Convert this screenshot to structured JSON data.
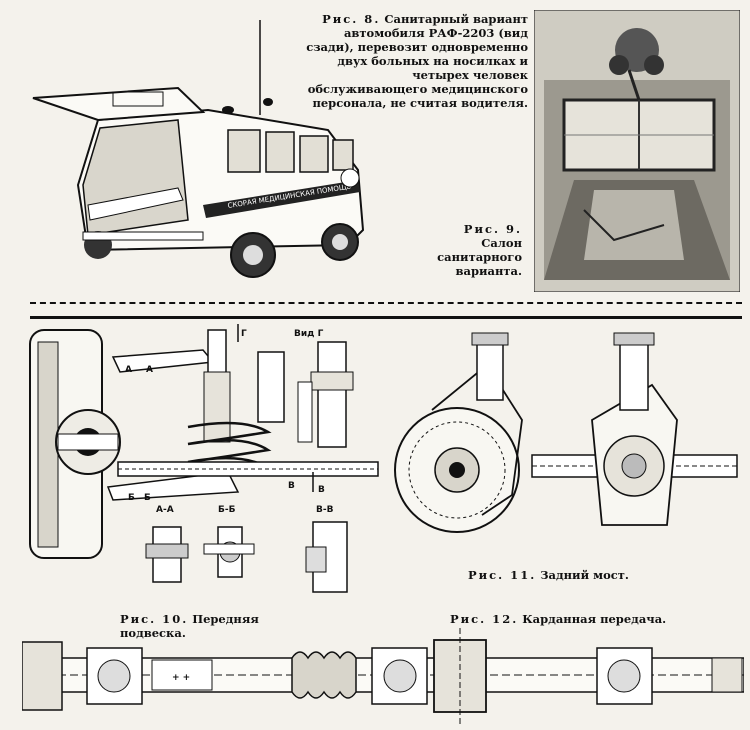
{
  "fig8": {
    "prefix": "Рис. 8.",
    "text": "Санитарный вариант автомобиля РАФ-2203 (вид сзади), перевозит одновременно двух больных на носилках и четырех человек обслуживающего медицинского персонала, не считая водителя."
  },
  "fig8_car_label": "СКОРАЯ МЕДИЦИНСКАЯ ПОМОЩЬ",
  "fig9": {
    "prefix": "Рис. 9.",
    "line1": "Салон",
    "line2": "санитарного",
    "line3": "варианта."
  },
  "fig10": {
    "prefix": "Рис. 10.",
    "text": "Передняя подвеска."
  },
  "fig11": {
    "prefix": "Рис. 11.",
    "text": "Задний мост."
  },
  "fig12": {
    "prefix": "Рис. 12.",
    "text": "Карданная передача."
  },
  "fig10_labels": {
    "a1": "А",
    "a2": "А",
    "g": "Г",
    "view_g": "Вид Г",
    "b1": "Б",
    "b2": "Б",
    "v1": "В",
    "v2": "В",
    "sec_aa": "А-А",
    "sec_bb": "Б-Б",
    "sec_vv": "В-В"
  },
  "colors": {
    "ink": "#111111",
    "paper": "#f4f2ec",
    "photo": "#e9e7e0"
  }
}
